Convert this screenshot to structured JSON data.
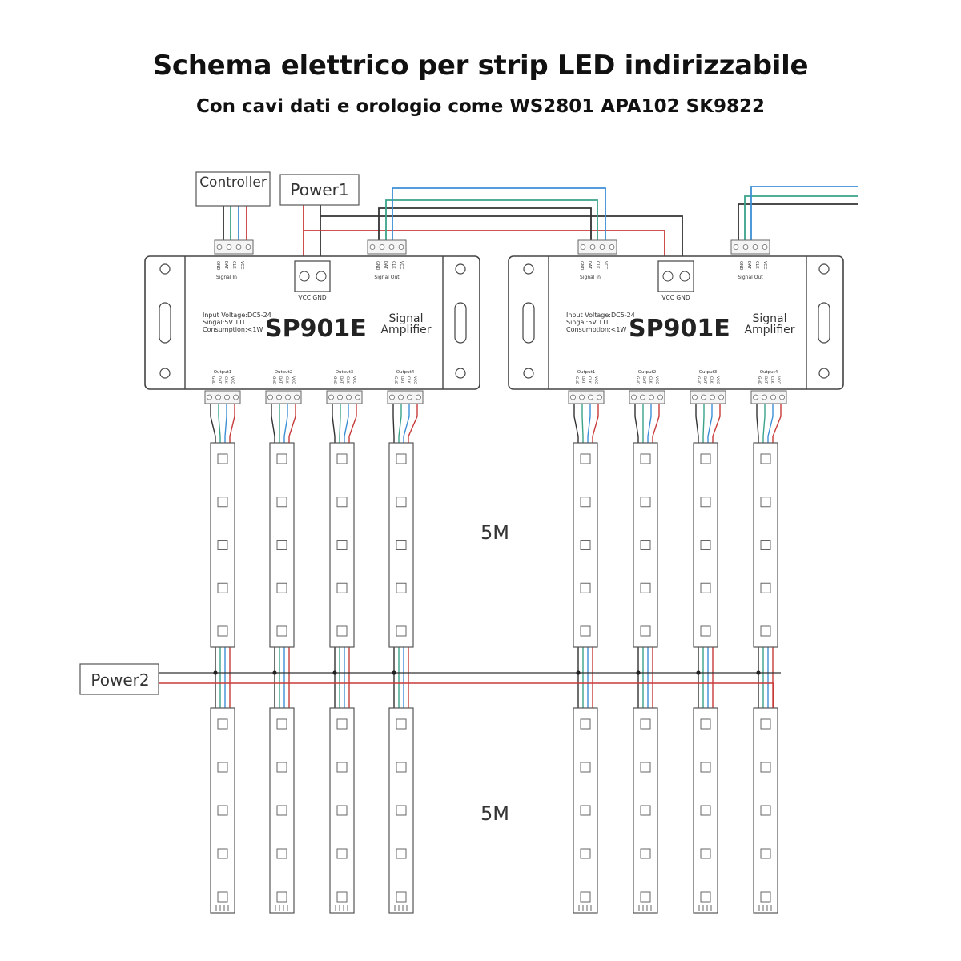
{
  "title": "Schema elettrico per strip LED indirizzabile",
  "subtitle": "Con cavi dati e orologio come WS2801 APA102 SK9822",
  "labels": {
    "controller": "Controller",
    "power1": "Power1",
    "power2": "Power2",
    "length_top": "5M",
    "length_bottom": "5M"
  },
  "controller_pins": [
    "GND",
    "DAT",
    "CLK",
    "VCC"
  ],
  "amplifier": {
    "model": "SP901E",
    "name_line1": "Signal",
    "name_line2": "Amplifier",
    "spec_voltage": "Input Voltage:DC5-24",
    "spec_signal": "Singal:5V TTL",
    "spec_consumption": "Consumption:<1W",
    "vcc_gnd": "VCC GND",
    "signal_in": "Signal In",
    "signal_out": "Signal Out",
    "outputs": [
      "Output1",
      "Output2",
      "Output3",
      "Output4"
    ],
    "port_pins": [
      "GND",
      "DAT",
      "CLK",
      "VCC"
    ]
  },
  "wire_colors": {
    "gnd": "#333333",
    "data": "#3aa38a",
    "clock": "#3d8fd6",
    "vcc": "#c83a3a"
  }
}
